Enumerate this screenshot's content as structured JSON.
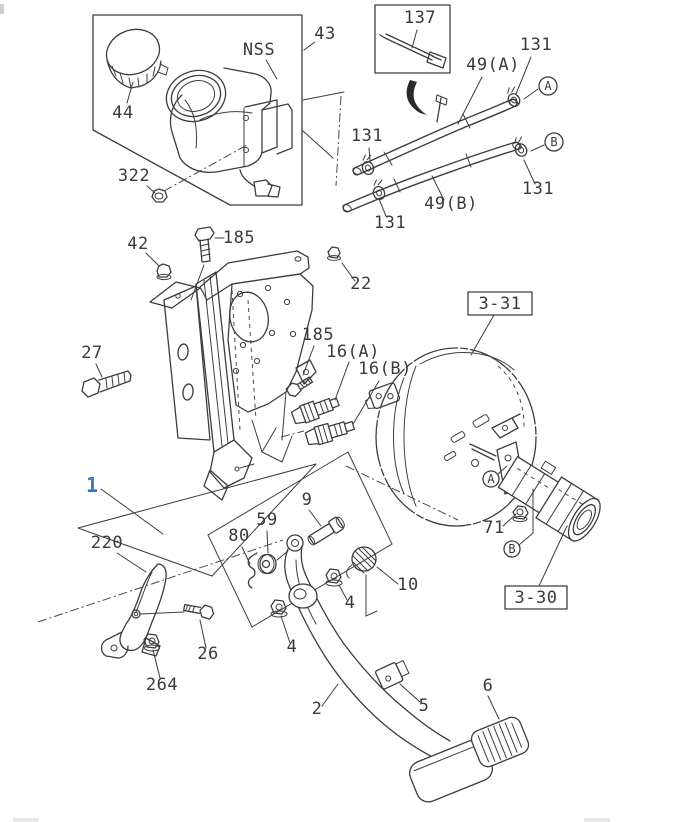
{
  "diagram": {
    "title": "brake pedal and master cylinder exploded parts diagram",
    "highlight_color": "#3b74c1",
    "line_color": "#3d3d3d",
    "labels": {
      "l44": "44",
      "nss": "NSS",
      "l43": "43",
      "l322": "322",
      "l137": "137",
      "l131a": "131",
      "l49a": "49(A)",
      "l131b": "131",
      "l131c": "131",
      "l131d": "131",
      "l49b": "49(B)",
      "l42": "42",
      "l185a": "185",
      "l22": "22",
      "l27": "27",
      "l185b": "185",
      "l16a": "16(A)",
      "l16b": "16(B)",
      "l71": "71",
      "l1": "1",
      "l220": "220",
      "l80": "80",
      "l59": "59",
      "l9": "9",
      "l4a": "4",
      "l10": "10",
      "l4b": "4",
      "l26": "26",
      "l264": "264",
      "l2": "2",
      "l5": "5",
      "l6": "6"
    },
    "ref_boxes": {
      "booster_ref": "3-31",
      "master_cylinder_ref": "3-30"
    },
    "circled_refs": {
      "a_top": "A",
      "b_top": "B",
      "a_booster": "A",
      "b_booster": "B"
    }
  }
}
